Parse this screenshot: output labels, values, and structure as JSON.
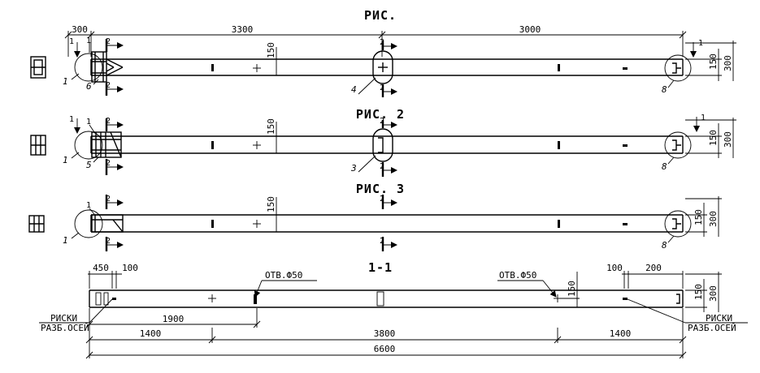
{
  "figures": {
    "fig1_title": "РИС.",
    "fig2_title": "РИС. 2",
    "fig3_title": "РИС. 3",
    "section_title": "1-1"
  },
  "dimensions": {
    "d300_left": "300",
    "d3300": "3300",
    "d3000": "3000",
    "d150": "150",
    "d300": "300",
    "d450": "450",
    "d100": "100",
    "d200": "200",
    "d1900": "1900",
    "d1400": "1400",
    "d3800": "3800",
    "d6600": "6600"
  },
  "cut_marks": {
    "section_number": "2",
    "arrow_number": "1"
  },
  "callouts": {
    "c1": "1",
    "c3": "3",
    "c4": "4",
    "c5": "5",
    "c6": "6",
    "c8": "8"
  },
  "notes": {
    "hole": "ОТВ.Ф50",
    "marks_line1": "РИСКИ",
    "marks_line2": "РАЗБ.ОСЕЙ"
  }
}
